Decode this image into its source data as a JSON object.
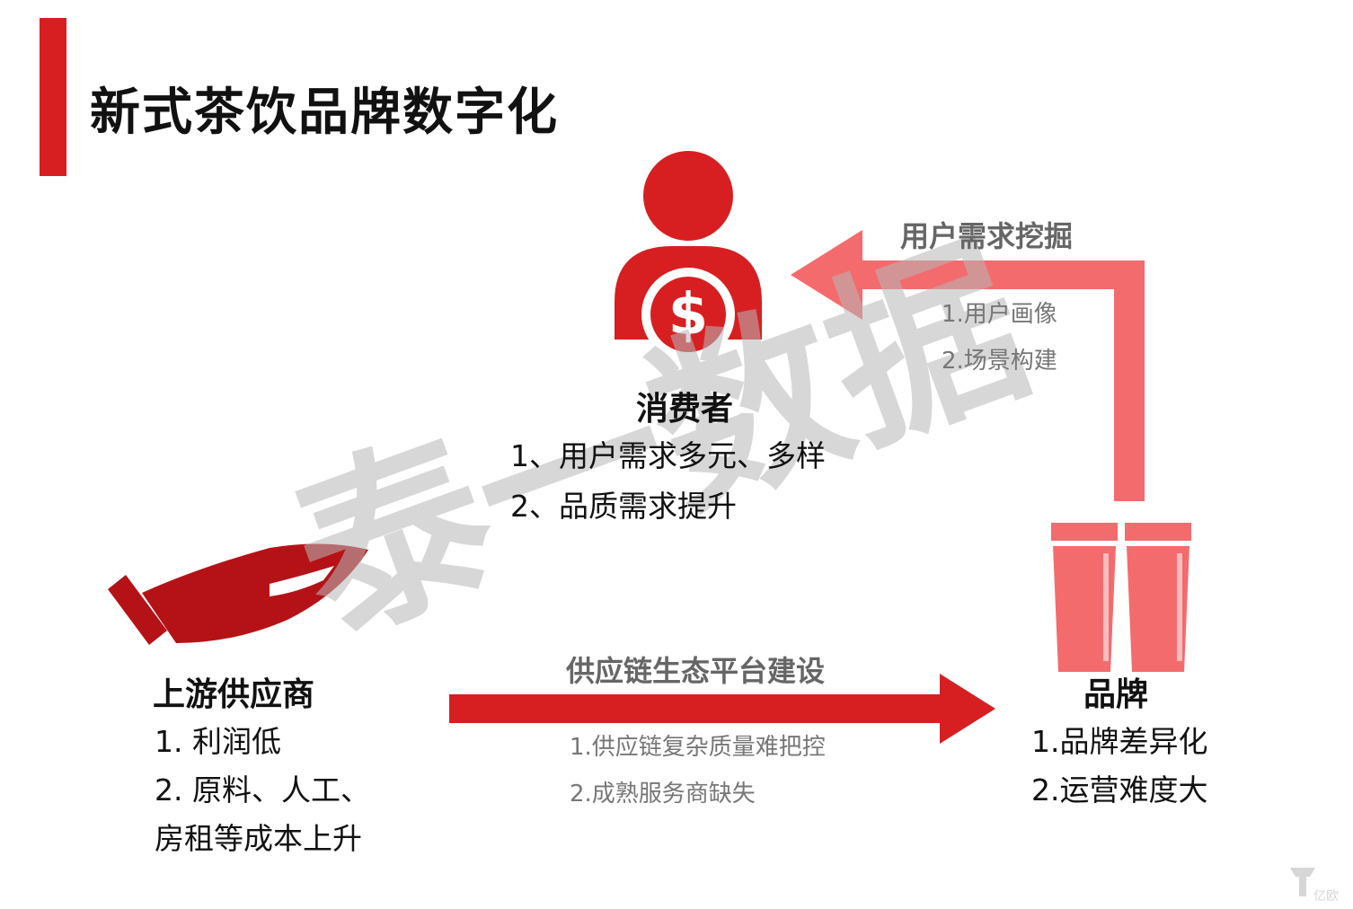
{
  "title": "新式茶饮品牌数字化",
  "colors": {
    "accent_red": "#d71f22",
    "light_red": "#f46b6e",
    "hand_red": "#b51217",
    "watermark": "#cfcfcf"
  },
  "icons": {
    "consumer": "person-dollar-icon",
    "supplier": "hand-icon",
    "brand": "cups-icon",
    "logo": "yiou-logo-icon"
  },
  "consumer": {
    "heading": "消费者",
    "points": [
      "1、用户需求多元、多样",
      "2、品质需求提升"
    ]
  },
  "supplier": {
    "heading": "上游供应商",
    "points": [
      "1. 利润低",
      "2. 原料、人工、",
      "房租等成本上升"
    ]
  },
  "brand": {
    "heading": "品牌",
    "points": [
      "1.品牌差异化",
      "2.运营难度大"
    ]
  },
  "flow_top": {
    "label": "用户需求挖掘",
    "points": [
      "1.用户画像",
      "2.场景构建"
    ]
  },
  "flow_bottom": {
    "label": "供应链生态平台建设",
    "points": [
      "1.供应链复杂质量难把控",
      "2.成熟服务商缺失"
    ]
  },
  "watermark": "泰一数据",
  "logo_text": "亿欧"
}
